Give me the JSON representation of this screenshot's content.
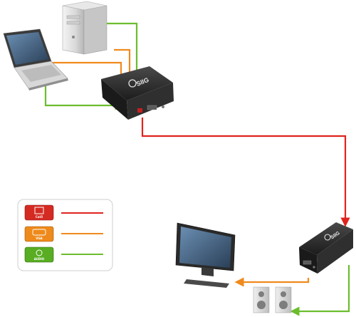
{
  "brand": {
    "transmitter_label": "SIIG",
    "receiver_label": "SIIG"
  },
  "legend": {
    "items": [
      {
        "label": "Cat5",
        "icon": "ethernet-port-icon",
        "color": "#e0231d"
      },
      {
        "label": "VGA",
        "icon": "vga-connector-icon",
        "color": "#f08a1c"
      },
      {
        "label": "AUDIO",
        "icon": "audio-jack-icon",
        "color": "#6cbd2e"
      }
    ]
  },
  "colors": {
    "cat5": "#e0231d",
    "vga": "#f08a1c",
    "audio": "#6cbd2e",
    "device_body": "#2b2b2b"
  },
  "icons": {
    "desktop": "desktop-tower-icon",
    "laptop": "laptop-icon",
    "monitor": "lcd-monitor-icon",
    "speakers": "speaker-icon"
  }
}
